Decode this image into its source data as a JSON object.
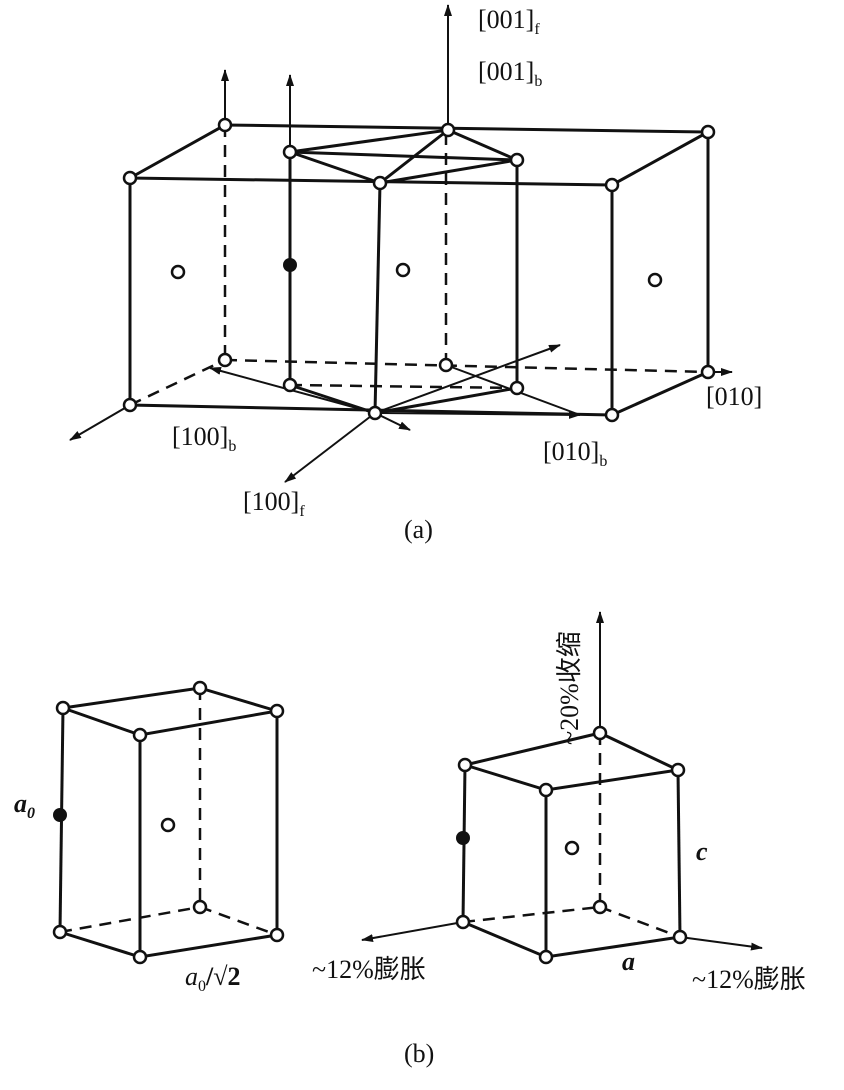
{
  "panel_a": {
    "caption": "(a)",
    "labels": {
      "z_f": "[001]",
      "z_f_sub": "f",
      "z_b": "[001]",
      "z_b_sub": "b",
      "x_b": "[100]",
      "x_b_sub": "b",
      "x_f": "[100]",
      "x_f_sub": "f",
      "y_b": "[010]",
      "y_b_sub": "b",
      "y": "[010]"
    }
  },
  "panel_b": {
    "caption": "(b)",
    "labels": {
      "a0": "a",
      "a0_sub": "0",
      "a0_sqrt2": "a",
      "a0_sqrt2_sub": "0",
      "a0_sqrt2_tail": "/√2",
      "contraction": "~20%收缩",
      "expansion_left": "~12%膨胀",
      "expansion_right": "~12%膨胀",
      "c": "c",
      "a": "a"
    }
  }
}
